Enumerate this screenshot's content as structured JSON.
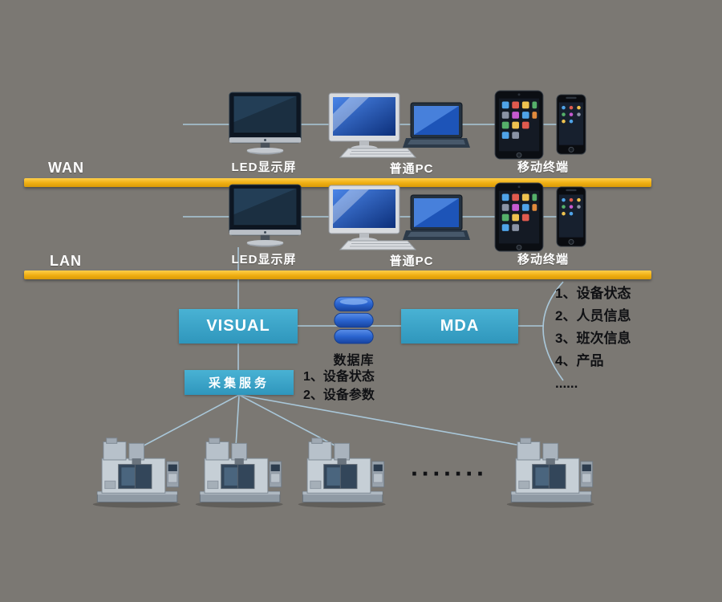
{
  "colors": {
    "background": "#7b7873",
    "bus_bar": "#efae12",
    "process_box": "#3aa4c8",
    "database_blue": "#2a64cf",
    "connector_line": "#a9c7d9",
    "list_text": "#101114",
    "label_text": "#ffffff"
  },
  "wan": {
    "label": "WAN"
  },
  "lan": {
    "label": "LAN"
  },
  "rows": [
    {
      "led": "LED显示屏",
      "pc": "普通PC",
      "mobile": "移动终端"
    },
    {
      "led": "LED显示屏",
      "pc": "普通PC",
      "mobile": "移动终端"
    }
  ],
  "visual": {
    "label": "VISUAL"
  },
  "mda": {
    "label": "MDA"
  },
  "database": {
    "label": "数据库",
    "notes": [
      "1、设备状态",
      "2、设备参数"
    ]
  },
  "collector": {
    "label": "采集服务"
  },
  "mda_outputs": [
    "1、设备状态",
    "2、人员信息",
    "3、班次信息",
    "4、产品",
    "......"
  ],
  "machines": {
    "count": 4,
    "dots": "·······"
  }
}
